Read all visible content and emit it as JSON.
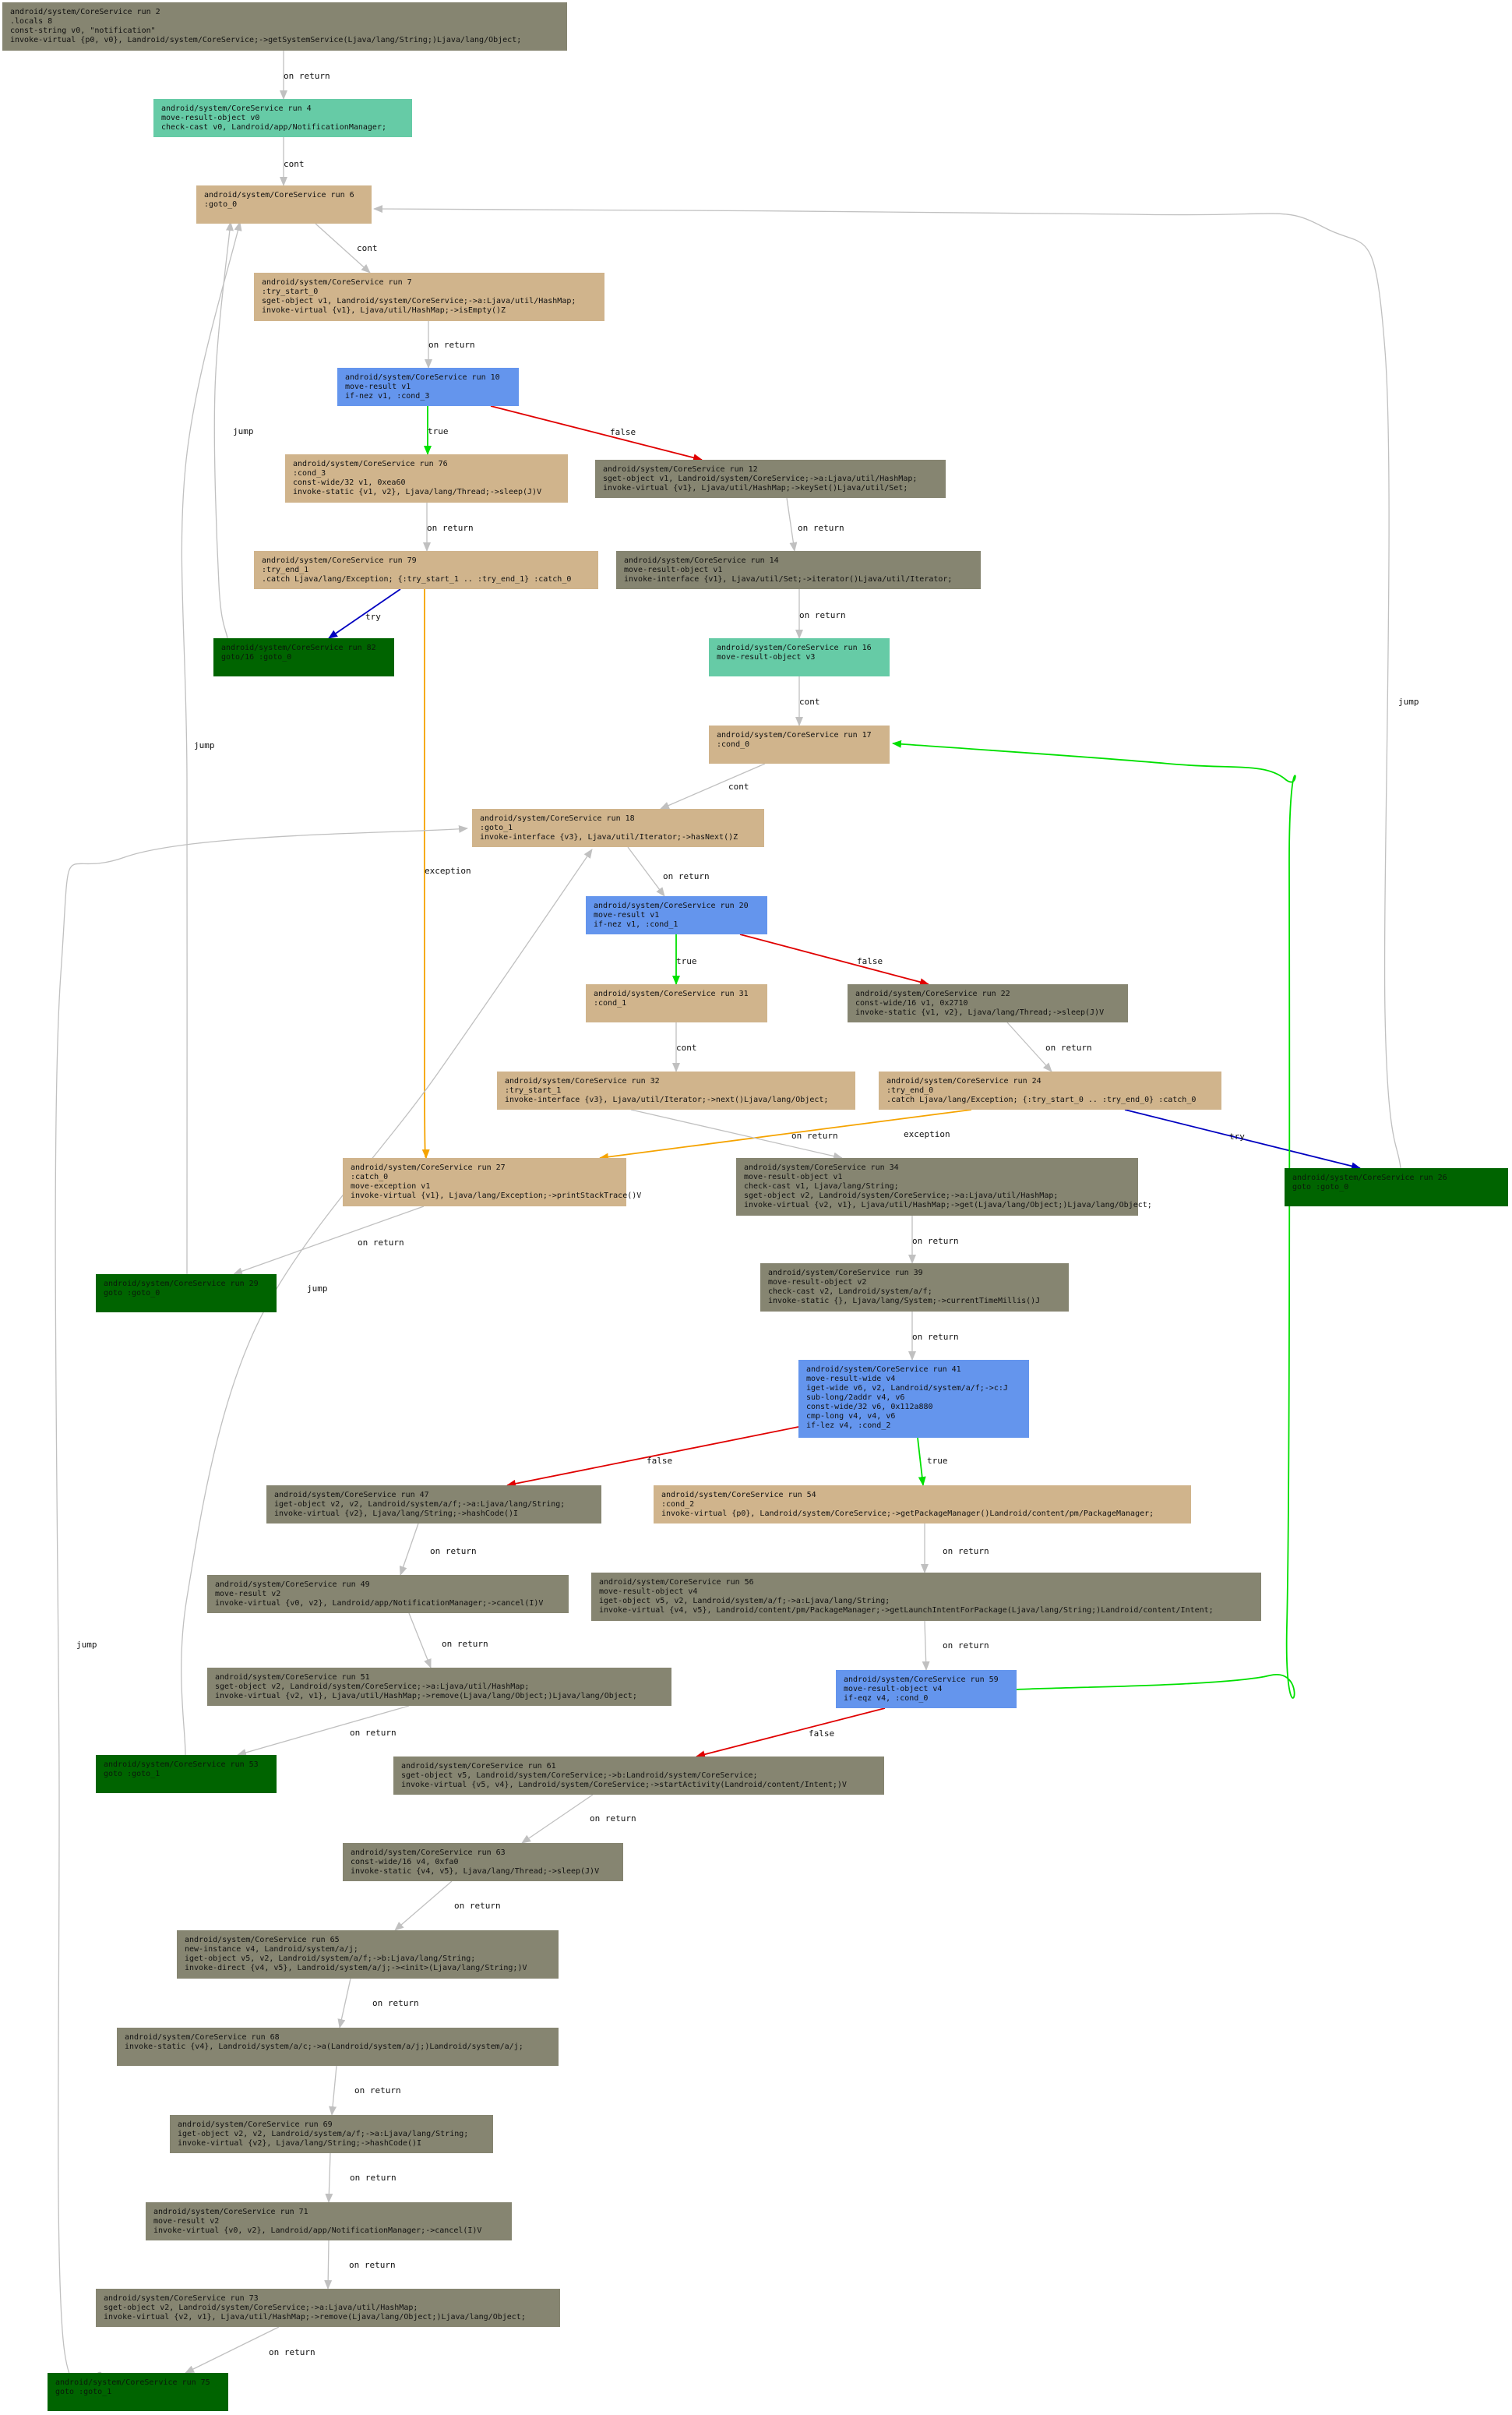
{
  "colors": {
    "gray": "#868571",
    "teal": "#66cba6",
    "tan": "#d0b48c",
    "blue": "#6495ed",
    "green": "#006400",
    "edge_default": "#c0c0c0",
    "edge_true": "#00e000",
    "edge_false": "#e00000",
    "edge_try": "#0000c0",
    "edge_exception": "#f5a300"
  },
  "nodes": [
    {
      "id": "n0",
      "type": "gray",
      "lines": [
        "android/system/CoreService run 2",
        ".locals 8",
        "const-string v0, \"notification\"",
        "invoke-virtual {p0, v0}, Landroid/system/CoreService;->getSystemService(Ljava/lang/String;)Ljava/lang/Object;"
      ]
    },
    {
      "id": "n4",
      "type": "teal",
      "lines": [
        "android/system/CoreService run 4",
        "move-result-object v0",
        "check-cast v0, Landroid/app/NotificationManager;"
      ]
    },
    {
      "id": "n6",
      "type": "tan",
      "lines": [
        "android/system/CoreService run 6",
        ":goto_0"
      ]
    },
    {
      "id": "n7",
      "type": "tan",
      "lines": [
        "android/system/CoreService run 7",
        ":try_start_0",
        "sget-object v1, Landroid/system/CoreService;->a:Ljava/util/HashMap;",
        "invoke-virtual {v1}, Ljava/util/HashMap;->isEmpty()Z"
      ]
    },
    {
      "id": "n10",
      "type": "blue",
      "lines": [
        "android/system/CoreService run 10",
        "move-result v1",
        "if-nez v1, :cond_3"
      ]
    },
    {
      "id": "n76",
      "type": "tan",
      "lines": [
        "android/system/CoreService run 76",
        ":cond_3",
        "const-wide/32 v1, 0xea60",
        "invoke-static {v1, v2}, Ljava/lang/Thread;->sleep(J)V"
      ]
    },
    {
      "id": "n12",
      "type": "gray",
      "lines": [
        "android/system/CoreService run 12",
        "sget-object v1, Landroid/system/CoreService;->a:Ljava/util/HashMap;",
        "invoke-virtual {v1}, Ljava/util/HashMap;->keySet()Ljava/util/Set;"
      ]
    },
    {
      "id": "n79",
      "type": "tan",
      "lines": [
        "android/system/CoreService run 79",
        ":try_end_1",
        ".catch Ljava/lang/Exception; {:try_start_1 .. :try_end_1} :catch_0"
      ]
    },
    {
      "id": "n14",
      "type": "gray",
      "lines": [
        "android/system/CoreService run 14",
        "move-result-object v1",
        "invoke-interface {v1}, Ljava/util/Set;->iterator()Ljava/util/Iterator;"
      ]
    },
    {
      "id": "n82",
      "type": "green",
      "lines": [
        "android/system/CoreService run 82",
        "goto/16 :goto_0"
      ]
    },
    {
      "id": "n16",
      "type": "teal",
      "lines": [
        "android/system/CoreService run 16",
        "move-result-object v3"
      ]
    },
    {
      "id": "n17",
      "type": "tan",
      "lines": [
        "android/system/CoreService run 17",
        ":cond_0"
      ]
    },
    {
      "id": "n18",
      "type": "tan",
      "lines": [
        "android/system/CoreService run 18",
        ":goto_1",
        "invoke-interface {v3}, Ljava/util/Iterator;->hasNext()Z"
      ]
    },
    {
      "id": "n20",
      "type": "blue",
      "lines": [
        "android/system/CoreService run 20",
        "move-result v1",
        "if-nez v1, :cond_1"
      ]
    },
    {
      "id": "n31",
      "type": "tan",
      "lines": [
        "android/system/CoreService run 31",
        ":cond_1"
      ]
    },
    {
      "id": "n22",
      "type": "gray",
      "lines": [
        "android/system/CoreService run 22",
        "const-wide/16 v1, 0x2710",
        "invoke-static {v1, v2}, Ljava/lang/Thread;->sleep(J)V"
      ]
    },
    {
      "id": "n32",
      "type": "tan",
      "lines": [
        "android/system/CoreService run 32",
        ":try_start_1",
        "invoke-interface {v3}, Ljava/util/Iterator;->next()Ljava/lang/Object;"
      ]
    },
    {
      "id": "n24",
      "type": "tan",
      "lines": [
        "android/system/CoreService run 24",
        ":try_end_0",
        ".catch Ljava/lang/Exception; {:try_start_0 .. :try_end_0} :catch_0"
      ]
    },
    {
      "id": "n26",
      "type": "green",
      "lines": [
        "android/system/CoreService run 26",
        "goto :goto_0"
      ]
    },
    {
      "id": "n27",
      "type": "tan",
      "lines": [
        "android/system/CoreService run 27",
        ":catch_0",
        "move-exception v1",
        "invoke-virtual {v1}, Ljava/lang/Exception;->printStackTrace()V"
      ]
    },
    {
      "id": "n34",
      "type": "gray",
      "lines": [
        "android/system/CoreService run 34",
        "move-result-object v1",
        "check-cast v1, Ljava/lang/String;",
        "sget-object v2, Landroid/system/CoreService;->a:Ljava/util/HashMap;",
        "invoke-virtual {v2, v1}, Ljava/util/HashMap;->get(Ljava/lang/Object;)Ljava/lang/Object;"
      ]
    },
    {
      "id": "n29",
      "type": "green",
      "lines": [
        "android/system/CoreService run 29",
        "goto :goto_0"
      ]
    },
    {
      "id": "n39",
      "type": "gray",
      "lines": [
        "android/system/CoreService run 39",
        "move-result-object v2",
        "check-cast v2, Landroid/system/a/f;",
        "invoke-static {}, Ljava/lang/System;->currentTimeMillis()J"
      ]
    },
    {
      "id": "n41",
      "type": "blue",
      "lines": [
        "android/system/CoreService run 41",
        "move-result-wide v4",
        "iget-wide v6, v2, Landroid/system/a/f;->c:J",
        "sub-long/2addr v4, v6",
        "const-wide/32 v6, 0x112a880",
        "cmp-long v4, v4, v6",
        "if-lez v4, :cond_2"
      ]
    },
    {
      "id": "n47",
      "type": "gray",
      "lines": [
        "android/system/CoreService run 47",
        "iget-object v2, v2, Landroid/system/a/f;->a:Ljava/lang/String;",
        "invoke-virtual {v2}, Ljava/lang/String;->hashCode()I"
      ]
    },
    {
      "id": "n54",
      "type": "tan",
      "lines": [
        "android/system/CoreService run 54",
        ":cond_2",
        "invoke-virtual {p0}, Landroid/system/CoreService;->getPackageManager()Landroid/content/pm/PackageManager;"
      ]
    },
    {
      "id": "n49",
      "type": "gray",
      "lines": [
        "android/system/CoreService run 49",
        "move-result v2",
        "invoke-virtual {v0, v2}, Landroid/app/NotificationManager;->cancel(I)V"
      ]
    },
    {
      "id": "n56",
      "type": "gray",
      "lines": [
        "android/system/CoreService run 56",
        "move-result-object v4",
        "iget-object v5, v2, Landroid/system/a/f;->a:Ljava/lang/String;",
        "invoke-virtual {v4, v5}, Landroid/content/pm/PackageManager;->getLaunchIntentForPackage(Ljava/lang/String;)Landroid/content/Intent;"
      ]
    },
    {
      "id": "n51",
      "type": "gray",
      "lines": [
        "android/system/CoreService run 51",
        "sget-object v2, Landroid/system/CoreService;->a:Ljava/util/HashMap;",
        "invoke-virtual {v2, v1}, Ljava/util/HashMap;->remove(Ljava/lang/Object;)Ljava/lang/Object;"
      ]
    },
    {
      "id": "n59",
      "type": "blue",
      "lines": [
        "android/system/CoreService run 59",
        "move-result-object v4",
        "if-eqz v4, :cond_0"
      ]
    },
    {
      "id": "n53",
      "type": "green",
      "lines": [
        "android/system/CoreService run 53",
        "goto :goto_1"
      ]
    },
    {
      "id": "n61",
      "type": "gray",
      "lines": [
        "android/system/CoreService run 61",
        "sget-object v5, Landroid/system/CoreService;->b:Landroid/system/CoreService;",
        "invoke-virtual {v5, v4}, Landroid/system/CoreService;->startActivity(Landroid/content/Intent;)V"
      ]
    },
    {
      "id": "n63",
      "type": "gray",
      "lines": [
        "android/system/CoreService run 63",
        "const-wide/16 v4, 0xfa0",
        "invoke-static {v4, v5}, Ljava/lang/Thread;->sleep(J)V"
      ]
    },
    {
      "id": "n65",
      "type": "gray",
      "lines": [
        "android/system/CoreService run 65",
        "new-instance v4, Landroid/system/a/j;",
        "iget-object v5, v2, Landroid/system/a/f;->b:Ljava/lang/String;",
        "invoke-direct {v4, v5}, Landroid/system/a/j;-><init>(Ljava/lang/String;)V"
      ]
    },
    {
      "id": "n68",
      "type": "gray",
      "lines": [
        "android/system/CoreService run 68",
        "invoke-static {v4}, Landroid/system/a/c;->a(Landroid/system/a/j;)Landroid/system/a/j;"
      ]
    },
    {
      "id": "n69",
      "type": "gray",
      "lines": [
        "android/system/CoreService run 69",
        "iget-object v2, v2, Landroid/system/a/f;->a:Ljava/lang/String;",
        "invoke-virtual {v2}, Ljava/lang/String;->hashCode()I"
      ]
    },
    {
      "id": "n71",
      "type": "gray",
      "lines": [
        "android/system/CoreService run 71",
        "move-result v2",
        "invoke-virtual {v0, v2}, Landroid/app/NotificationManager;->cancel(I)V"
      ]
    },
    {
      "id": "n73",
      "type": "gray",
      "lines": [
        "android/system/CoreService run 73",
        "sget-object v2, Landroid/system/CoreService;->a:Ljava/util/HashMap;",
        "invoke-virtual {v2, v1}, Ljava/util/HashMap;->remove(Ljava/lang/Object;)Ljava/lang/Object;"
      ]
    },
    {
      "id": "n75",
      "type": "green",
      "lines": [
        "android/system/CoreService run 75",
        "goto :goto_1"
      ]
    }
  ],
  "edges": [
    {
      "id": "e1",
      "from": "n0",
      "to": "n4",
      "kind": "default",
      "label": "on return"
    },
    {
      "id": "e2",
      "from": "n4",
      "to": "n6",
      "kind": "default",
      "label": "cont"
    },
    {
      "id": "e3",
      "from": "n6",
      "to": "n7",
      "kind": "default",
      "label": "cont"
    },
    {
      "id": "e4",
      "from": "n7",
      "to": "n10",
      "kind": "default",
      "label": "on return"
    },
    {
      "id": "e5",
      "from": "n10",
      "to": "n76",
      "kind": "true",
      "label": "true"
    },
    {
      "id": "e6",
      "from": "n10",
      "to": "n12",
      "kind": "false",
      "label": "false"
    },
    {
      "id": "e7",
      "from": "n76",
      "to": "n79",
      "kind": "default",
      "label": "on return"
    },
    {
      "id": "e8",
      "from": "n12",
      "to": "n14",
      "kind": "default",
      "label": "on return"
    },
    {
      "id": "e9",
      "from": "n79",
      "to": "n82",
      "kind": "try",
      "label": "try"
    },
    {
      "id": "e10",
      "from": "n82",
      "to": "n6",
      "kind": "default",
      "label": "jump"
    },
    {
      "id": "e11",
      "from": "n79",
      "to": "n27",
      "kind": "exception",
      "label": "exception"
    },
    {
      "id": "e12",
      "from": "n14",
      "to": "n16",
      "kind": "default",
      "label": "on return"
    },
    {
      "id": "e13",
      "from": "n16",
      "to": "n17",
      "kind": "default",
      "label": "cont"
    },
    {
      "id": "e14",
      "from": "n17",
      "to": "n18",
      "kind": "default",
      "label": "cont"
    },
    {
      "id": "e15",
      "from": "n18",
      "to": "n20",
      "kind": "default",
      "label": "on return"
    },
    {
      "id": "e16",
      "from": "n20",
      "to": "n31",
      "kind": "true",
      "label": "true"
    },
    {
      "id": "e17",
      "from": "n20",
      "to": "n22",
      "kind": "false",
      "label": "false"
    },
    {
      "id": "e18",
      "from": "n31",
      "to": "n32",
      "kind": "default",
      "label": "cont"
    },
    {
      "id": "e19",
      "from": "n22",
      "to": "n24",
      "kind": "default",
      "label": "on return"
    },
    {
      "id": "e20",
      "from": "n24",
      "to": "n26",
      "kind": "try",
      "label": "try"
    },
    {
      "id": "e21",
      "from": "n24",
      "to": "n27",
      "kind": "exception",
      "label": "exception"
    },
    {
      "id": "e22",
      "from": "n26",
      "to": "n6",
      "kind": "default",
      "label": "jump"
    },
    {
      "id": "e23",
      "from": "n32",
      "to": "n34",
      "kind": "default",
      "label": "on return"
    },
    {
      "id": "e24",
      "from": "n27",
      "to": "n29",
      "kind": "default",
      "label": "on return"
    },
    {
      "id": "e25",
      "from": "n29",
      "to": "n6",
      "kind": "default",
      "label": "jump"
    },
    {
      "id": "e26",
      "from": "n34",
      "to": "n39",
      "kind": "default",
      "label": "on return"
    },
    {
      "id": "e27",
      "from": "n39",
      "to": "n41",
      "kind": "default",
      "label": "on return"
    },
    {
      "id": "e28",
      "from": "n41",
      "to": "n47",
      "kind": "false",
      "label": "false"
    },
    {
      "id": "e29",
      "from": "n41",
      "to": "n54",
      "kind": "true",
      "label": "true"
    },
    {
      "id": "e30",
      "from": "n47",
      "to": "n49",
      "kind": "default",
      "label": "on return"
    },
    {
      "id": "e31",
      "from": "n54",
      "to": "n56",
      "kind": "default",
      "label": "on return"
    },
    {
      "id": "e32",
      "from": "n49",
      "to": "n51",
      "kind": "default",
      "label": "on return"
    },
    {
      "id": "e33",
      "from": "n56",
      "to": "n59",
      "kind": "default",
      "label": "on return"
    },
    {
      "id": "e34",
      "from": "n51",
      "to": "n53",
      "kind": "default",
      "label": "on return"
    },
    {
      "id": "e35",
      "from": "n59",
      "to": "n61",
      "kind": "false",
      "label": "false"
    },
    {
      "id": "e36",
      "from": "n59",
      "to": "n17",
      "kind": "true",
      "label": "true"
    },
    {
      "id": "e37",
      "from": "n53",
      "to": "n18",
      "kind": "default",
      "label": "jump"
    },
    {
      "id": "e38",
      "from": "n61",
      "to": "n63",
      "kind": "default",
      "label": "on return"
    },
    {
      "id": "e39",
      "from": "n63",
      "to": "n65",
      "kind": "default",
      "label": "on return"
    },
    {
      "id": "e40",
      "from": "n65",
      "to": "n68",
      "kind": "default",
      "label": "on return"
    },
    {
      "id": "e41",
      "from": "n68",
      "to": "n69",
      "kind": "default",
      "label": "on return"
    },
    {
      "id": "e42",
      "from": "n69",
      "to": "n71",
      "kind": "default",
      "label": "on return"
    },
    {
      "id": "e43",
      "from": "n71",
      "to": "n73",
      "kind": "default",
      "label": "on return"
    },
    {
      "id": "e44",
      "from": "n73",
      "to": "n75",
      "kind": "default",
      "label": "on return"
    },
    {
      "id": "e45",
      "from": "n75",
      "to": "n18",
      "kind": "default",
      "label": "jump"
    }
  ]
}
